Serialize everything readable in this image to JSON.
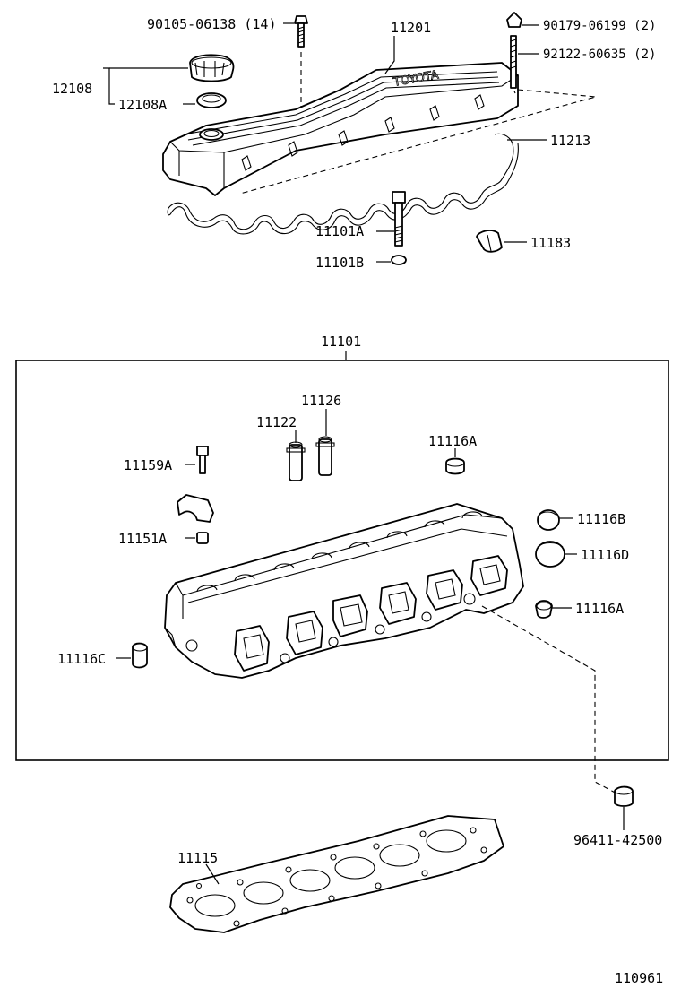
{
  "diagram_id": "110961",
  "labels": {
    "p90105": "90105-06138 (14)",
    "p11201": "11201",
    "p90179": "90179-06199 (2)",
    "p92122": "92122-60635 (2)",
    "p12108": "12108",
    "p12108A": "12108A",
    "p11213": "11213",
    "p11101A": "11101A",
    "p11101B": "11101B",
    "p11183": "11183",
    "p11101": "11101",
    "p11126": "11126",
    "p11122": "11122",
    "p11116A_top": "11116A",
    "p11159A": "11159A",
    "p11151A": "11151A",
    "p11116B": "11116B",
    "p11116D": "11116D",
    "p11116A_right": "11116A",
    "p11116C": "11116C",
    "p96411": "96411-42500",
    "p11115": "11115"
  },
  "cover_text": "TOYOTA"
}
